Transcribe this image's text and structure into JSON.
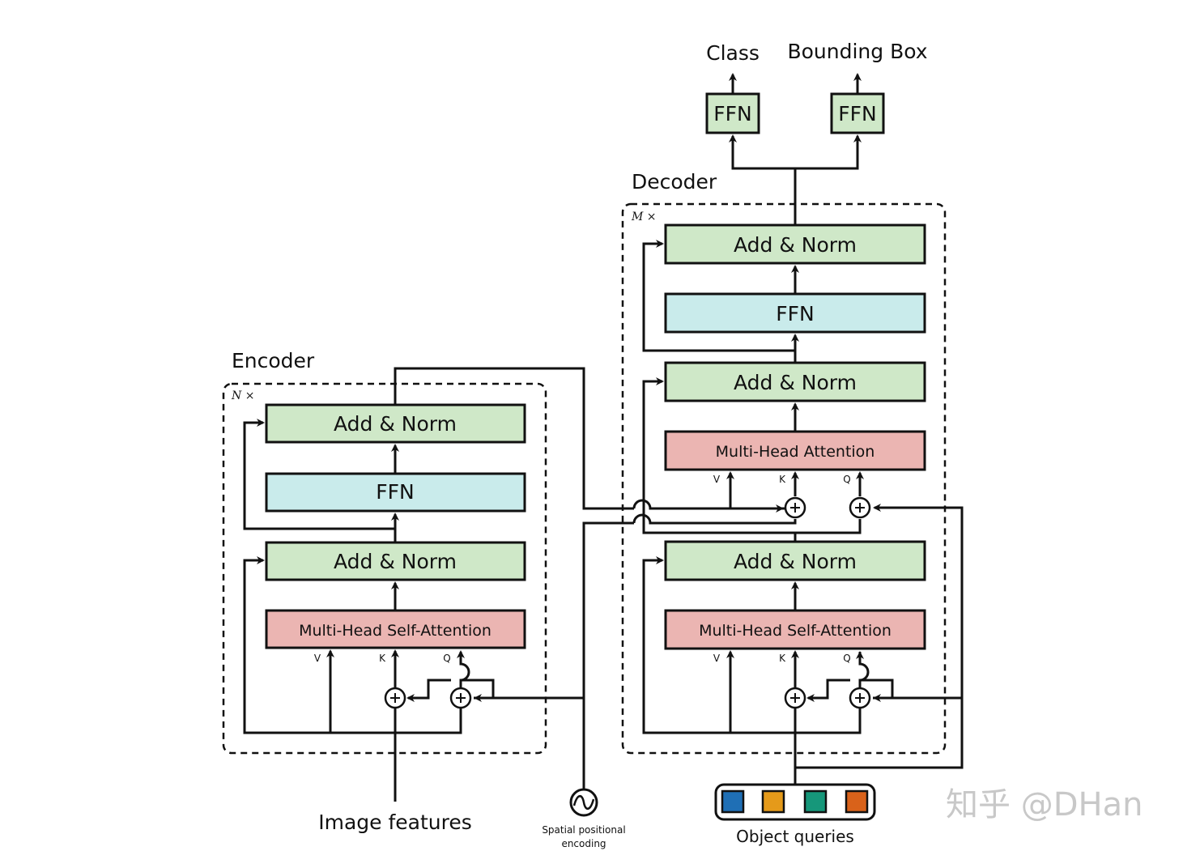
{
  "diagram": {
    "title": "DETR Transformer architecture",
    "outputs": {
      "class_label": "Class",
      "bbox_label": "Bounding Box",
      "ffn_label": "FFN"
    },
    "decoder": {
      "title": "Decoder",
      "repeat": "M ×",
      "blocks": {
        "add_norm": "Add & Norm",
        "ffn": "FFN",
        "mha": "Multi-Head  Attention",
        "mhsa": "Multi-Head  Self-Attention"
      }
    },
    "encoder": {
      "title": "Encoder",
      "repeat": "N ×",
      "blocks": {
        "add_norm": "Add & Norm",
        "ffn": "FFN",
        "mhsa": "Multi-Head  Self-Attention"
      }
    },
    "qkv": {
      "v": "V",
      "k": "K",
      "q": "Q"
    },
    "inputs": {
      "image_features": "Image features",
      "pos_enc_line1": "Spatial  positional",
      "pos_enc_line2": "encoding",
      "object_queries": "Object  queries"
    },
    "object_query_colors": [
      "#1f6fb5",
      "#e59a1a",
      "#16977a",
      "#d9621a"
    ],
    "watermark": "知乎 @DHan"
  }
}
